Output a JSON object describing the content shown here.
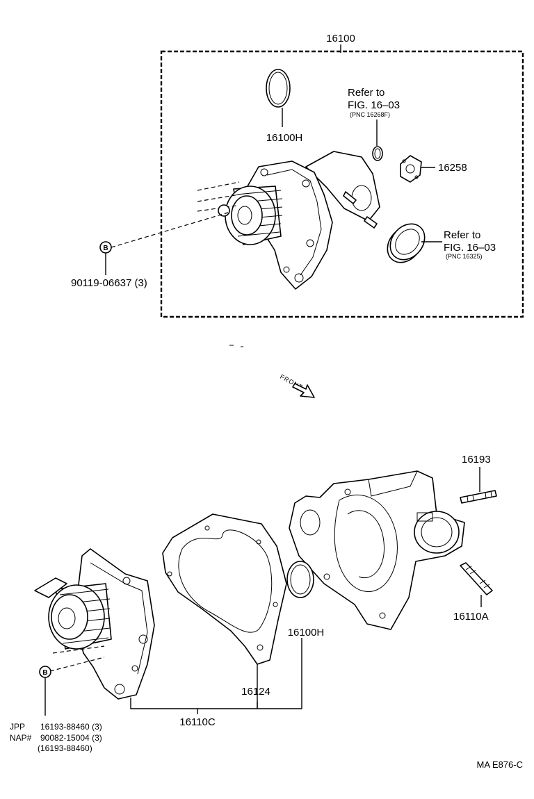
{
  "assembly": {
    "number": "16100"
  },
  "top": {
    "o_ring": "16100H",
    "refer_1": {
      "line1": "Refer to",
      "line2": "FIG. 16–03",
      "pnc": "(PNC 16268F)"
    },
    "gasket_plate": "16258",
    "refer_2": {
      "line1": "Refer to",
      "line2": "FIG. 16–03",
      "pnc": "(PNC 16325)"
    },
    "bolt_marker": "B",
    "bolt": "90119-06637 (3)"
  },
  "direction": {
    "label": "FRONT"
  },
  "bottom": {
    "stud_top": "16193",
    "stud_bottom": "16110A",
    "o_ring": "16100H",
    "gasket": "16124",
    "assembly_ref": "16110C",
    "bolt_marker": "B",
    "notes": [
      {
        "prefix": "JPP",
        "value": "16193-88460 (3)"
      },
      {
        "prefix": "NAP#",
        "value": "90082-15004 (3)"
      },
      {
        "prefix": "",
        "value": "(16193-88460)"
      }
    ]
  },
  "diagram_code": "MA  E876-C"
}
